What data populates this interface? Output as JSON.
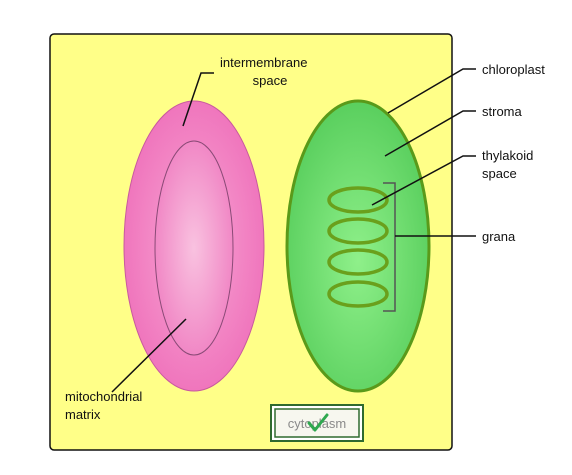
{
  "labels": {
    "intermembrane_line1": "intermembrane",
    "intermembrane_line2": "space",
    "mito_matrix_line1": "mitochondrial",
    "mito_matrix_line2": "matrix",
    "chloroplast": "chloroplast",
    "stroma": "stroma",
    "thylakoid_line1": "thylakoid",
    "thylakoid_line2": "space",
    "grana": "grana"
  },
  "answer_box": {
    "text": "cytoplasm",
    "mark": "check-icon",
    "status": "correct"
  },
  "colors": {
    "cell_fill": "#ffff88",
    "mito_outer": "#f074be",
    "mito_inner": "#f5a0d2",
    "chloro_fill": "#66dd66",
    "chloro_stroke": "#5a9a1a",
    "check": "#2fa84f",
    "answer_border": "#2f6a2f"
  }
}
